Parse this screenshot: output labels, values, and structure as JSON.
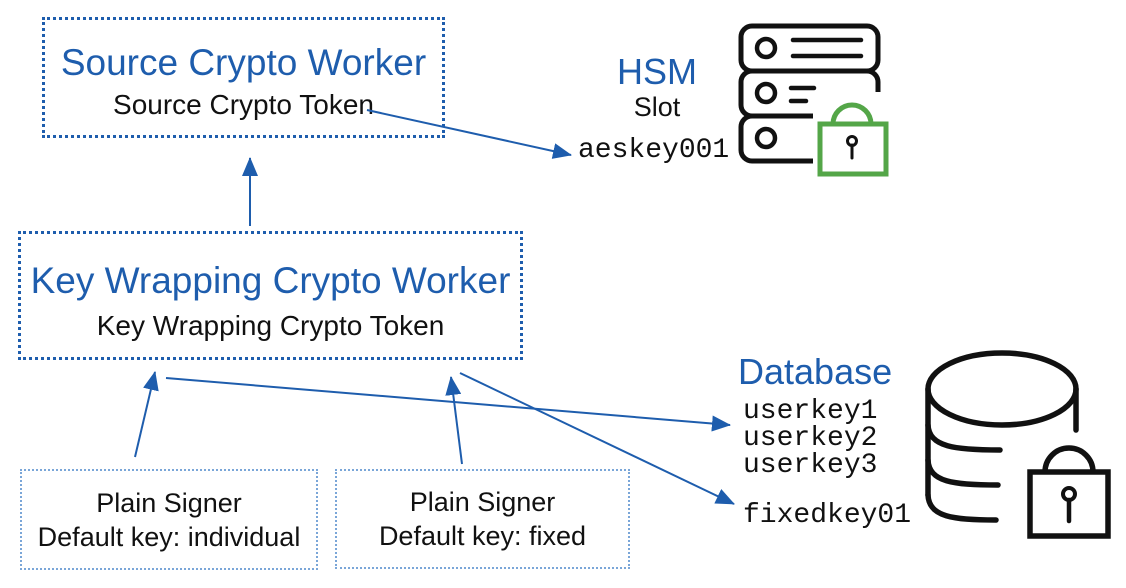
{
  "diagram": {
    "source_worker": {
      "title": "Source Crypto Worker",
      "subtitle": "Source Crypto Token"
    },
    "key_wrapping_worker": {
      "title": "Key Wrapping Crypto Worker",
      "subtitle": "Key Wrapping Crypto Token"
    },
    "plain_signer_individual": {
      "title": "Plain Signer",
      "subtitle": "Default key: individual"
    },
    "plain_signer_fixed": {
      "title": "Plain Signer",
      "subtitle": "Default key: fixed"
    },
    "hsm": {
      "label": "HSM",
      "slot_label": "Slot",
      "key_name": "aeskey001"
    },
    "database": {
      "label": "Database",
      "user_keys": [
        "userkey1",
        "userkey2",
        "userkey3"
      ],
      "fixed_key": "fixedkey01"
    },
    "colors": {
      "accent_blue": "#1e5dad",
      "signer_border_blue": "#7aa6d8",
      "lock_green": "#54a648",
      "icon_black": "#111111"
    }
  }
}
